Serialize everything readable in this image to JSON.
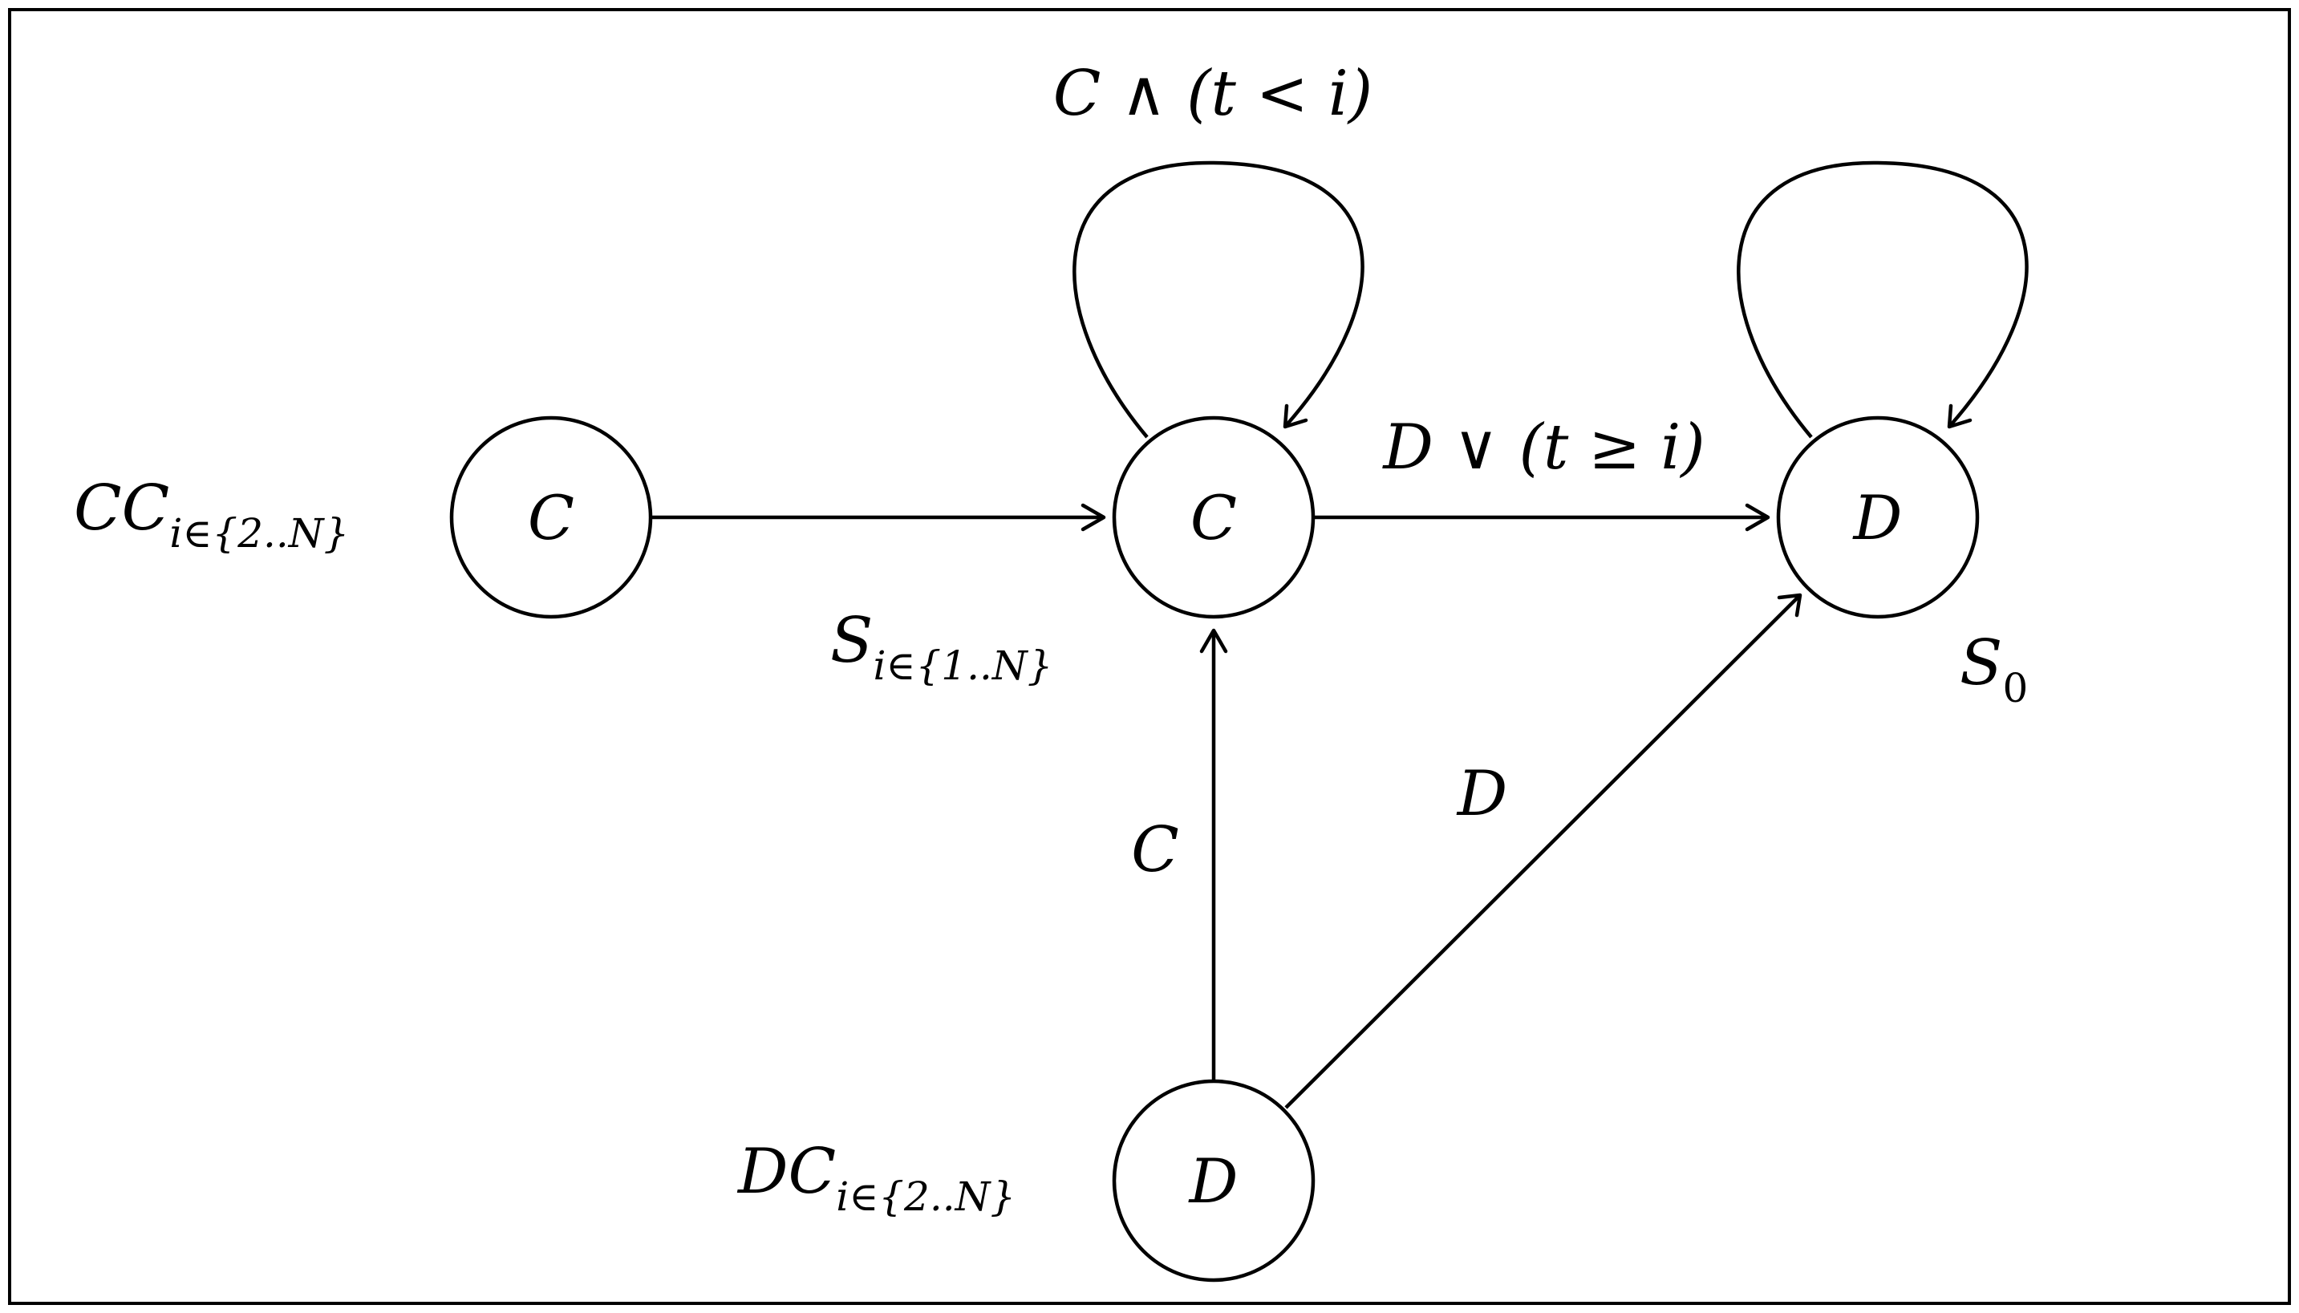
{
  "diagram": {
    "nodes": {
      "cc": {
        "symbol": "C",
        "state_main": "CC",
        "state_sub": "i∈{2..N}"
      },
      "s": {
        "symbol": "C",
        "state_main": "S",
        "state_sub": "i∈{1..N}"
      },
      "s0": {
        "symbol": "D",
        "state_main": "S",
        "state_sub": "0"
      },
      "dc": {
        "symbol": "D",
        "state_main": "DC",
        "state_sub": "i∈{2..N}"
      }
    },
    "edges": {
      "s_loop": {
        "label_main": "C ∧ (t < i)"
      },
      "s_to_s0": {
        "label_main": "D ∨ (t ≥ i)"
      },
      "dc_to_s": {
        "label_main": "C"
      },
      "dc_to_s0": {
        "label_main": "D"
      }
    }
  }
}
